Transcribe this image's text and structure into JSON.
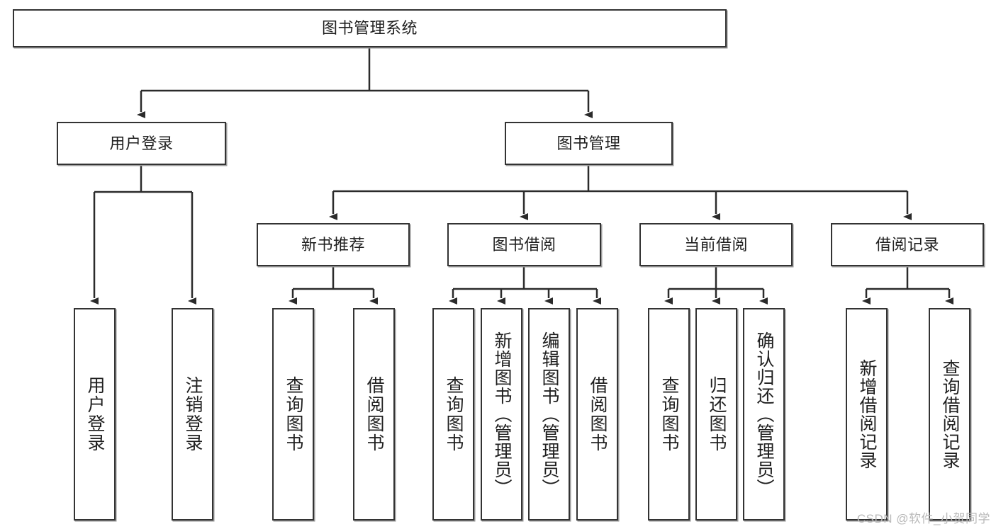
{
  "diagram": {
    "type": "tree-hierarchy-chart",
    "title": "图书管理系统",
    "root": {
      "id": "root",
      "label": "图书管理系统",
      "orientation": "horizontal"
    },
    "level2": [
      {
        "id": "user-login",
        "label": "用户登录",
        "orientation": "horizontal"
      },
      {
        "id": "book-management",
        "label": "图书管理",
        "orientation": "horizontal"
      }
    ],
    "level3": [
      {
        "id": "new-book-recommend",
        "label": "新书推荐",
        "orientation": "horizontal",
        "parent": "book-management"
      },
      {
        "id": "book-borrow",
        "label": "图书借阅",
        "orientation": "horizontal",
        "parent": "book-management"
      },
      {
        "id": "current-borrow",
        "label": "当前借阅",
        "orientation": "horizontal",
        "parent": "book-management"
      },
      {
        "id": "borrow-record",
        "label": "借阅记录",
        "orientation": "horizontal",
        "parent": "book-management"
      }
    ],
    "leaves": [
      {
        "id": "leaf-user-login",
        "label": "用户登录",
        "parent": "user-login",
        "orientation": "vertical"
      },
      {
        "id": "leaf-logout-login",
        "label": "注销登录",
        "parent": "user-login",
        "orientation": "vertical"
      },
      {
        "id": "leaf-query-book-1",
        "label": "查询图书",
        "parent": "new-book-recommend",
        "orientation": "vertical"
      },
      {
        "id": "leaf-borrow-book-1",
        "label": "借阅图书",
        "parent": "new-book-recommend",
        "orientation": "vertical"
      },
      {
        "id": "leaf-query-book-2",
        "label": "查询图书",
        "parent": "book-borrow",
        "orientation": "vertical"
      },
      {
        "id": "leaf-add-book",
        "label": "新增图书（管理员）",
        "parent": "book-borrow",
        "orientation": "vertical"
      },
      {
        "id": "leaf-edit-book",
        "label": "编辑图书（管理员）",
        "parent": "book-borrow",
        "orientation": "vertical"
      },
      {
        "id": "leaf-borrow-book-2",
        "label": "借阅图书",
        "parent": "book-borrow",
        "orientation": "vertical"
      },
      {
        "id": "leaf-query-book-3",
        "label": "查询图书",
        "parent": "current-borrow",
        "orientation": "vertical"
      },
      {
        "id": "leaf-return-book",
        "label": "归还图书",
        "parent": "current-borrow",
        "orientation": "vertical"
      },
      {
        "id": "leaf-confirm-return",
        "label": "确认归还（管理员）",
        "parent": "current-borrow",
        "orientation": "vertical"
      },
      {
        "id": "leaf-add-record",
        "label": "新增借阅记录",
        "parent": "borrow-record",
        "orientation": "vertical"
      },
      {
        "id": "leaf-query-record",
        "label": "查询借阅记录",
        "parent": "borrow-record",
        "orientation": "vertical"
      }
    ]
  },
  "watermark": {
    "text": "CSDN @软件_小贺同学",
    "color": "#b9b9b9"
  },
  "colors": {
    "background": "#ffffff",
    "box_border": "#333333",
    "box_fill": "#ffffff",
    "connector": "#2b2b2b",
    "text": "#1f1f1f",
    "shadow": "#9a9a9a"
  }
}
